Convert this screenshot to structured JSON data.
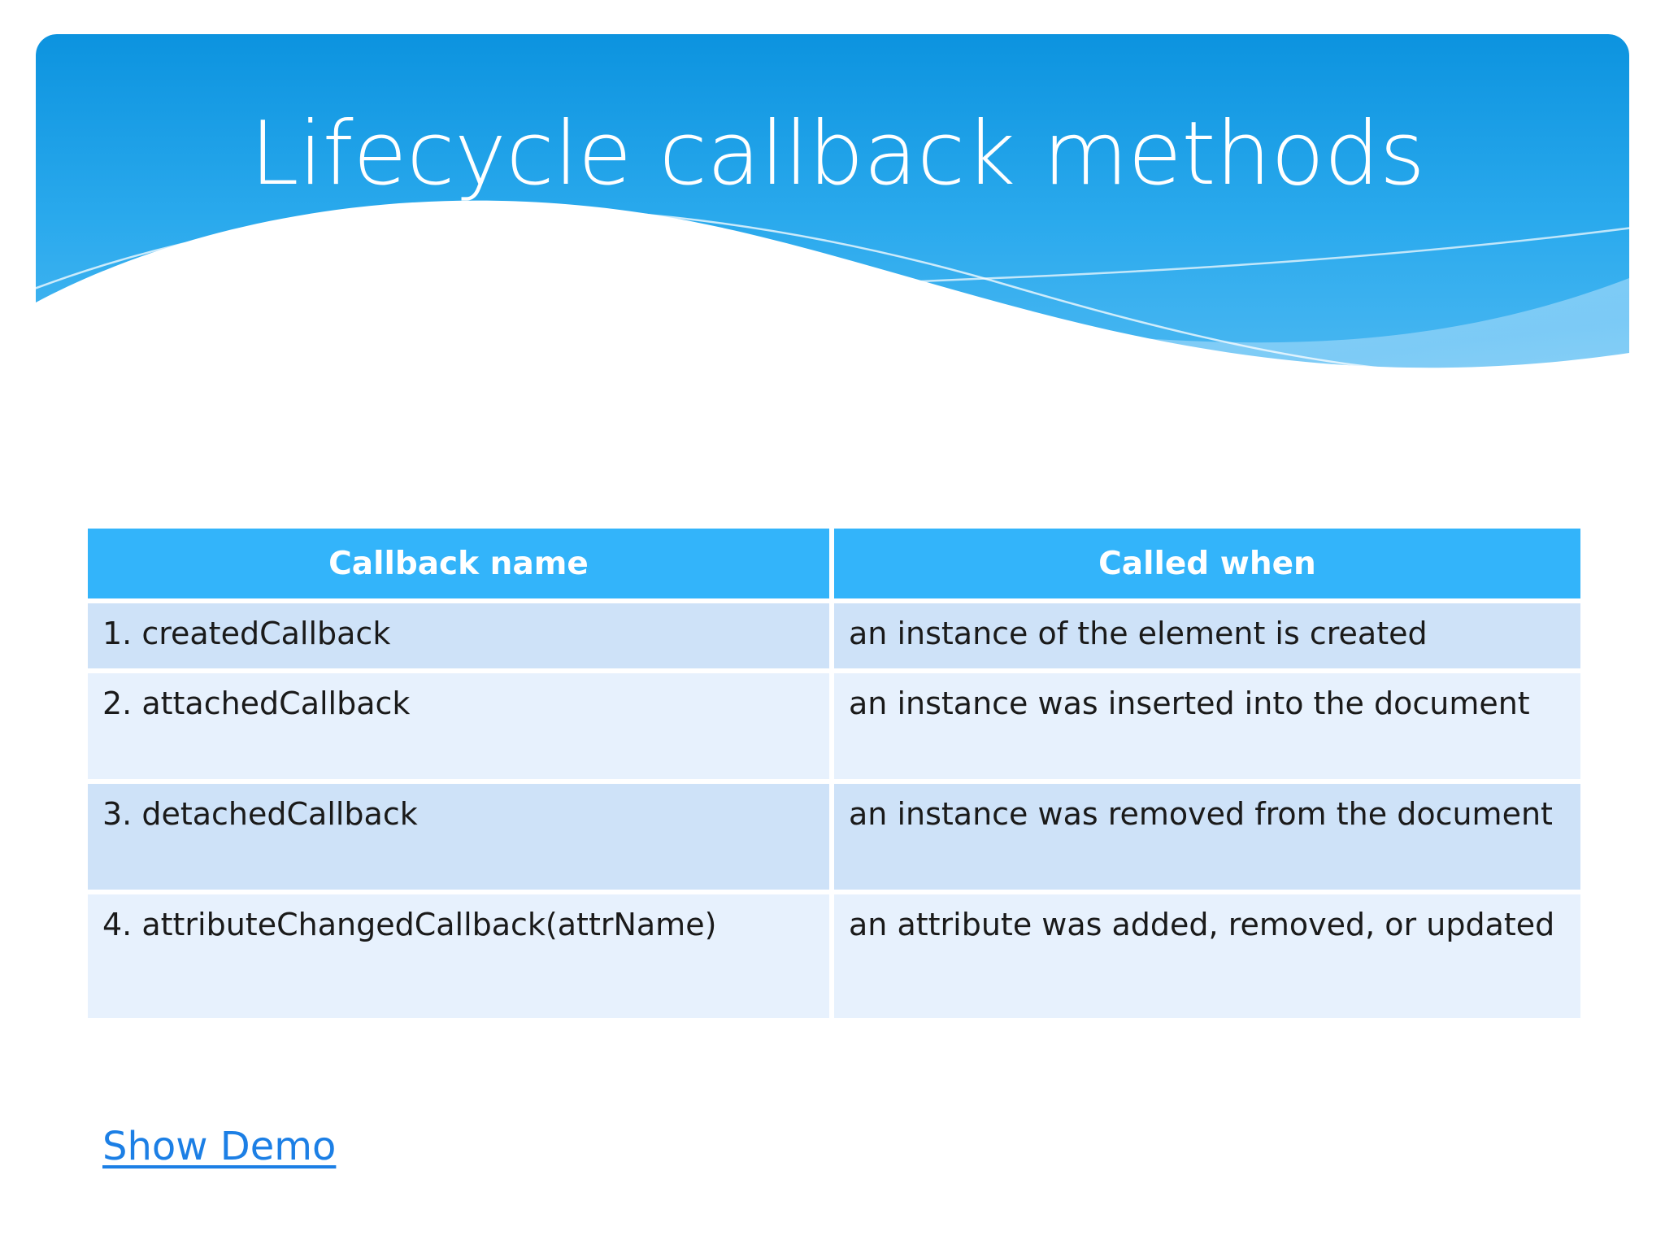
{
  "slide": {
    "title": "Lifecycle callback methods",
    "theme": {
      "banner_top_color": "#0E95E0",
      "banner_bottom_color": "#5CBEF4",
      "accent_color": "#33B4FA",
      "row_odd_color": "#CEE2F8",
      "row_even_color": "#E7F1FD",
      "link_color": "#1C7FE5",
      "title_color": "#FFFFFF",
      "background_color": "#FFFFFF"
    }
  },
  "table": {
    "columns": [
      "Callback name",
      "Called when"
    ],
    "rows": [
      {
        "name": "1. createdCallback",
        "when": "an instance of the element is created"
      },
      {
        "name": "2. attachedCallback",
        "when": "an instance was inserted into the document"
      },
      {
        "name": "3. detachedCallback",
        "when": "an instance was removed from the document"
      },
      {
        "name": "4. attributeChangedCallback(attrName)",
        "when": "an attribute was added, removed, or updated"
      }
    ]
  },
  "links": {
    "demo": "Show Demo"
  }
}
